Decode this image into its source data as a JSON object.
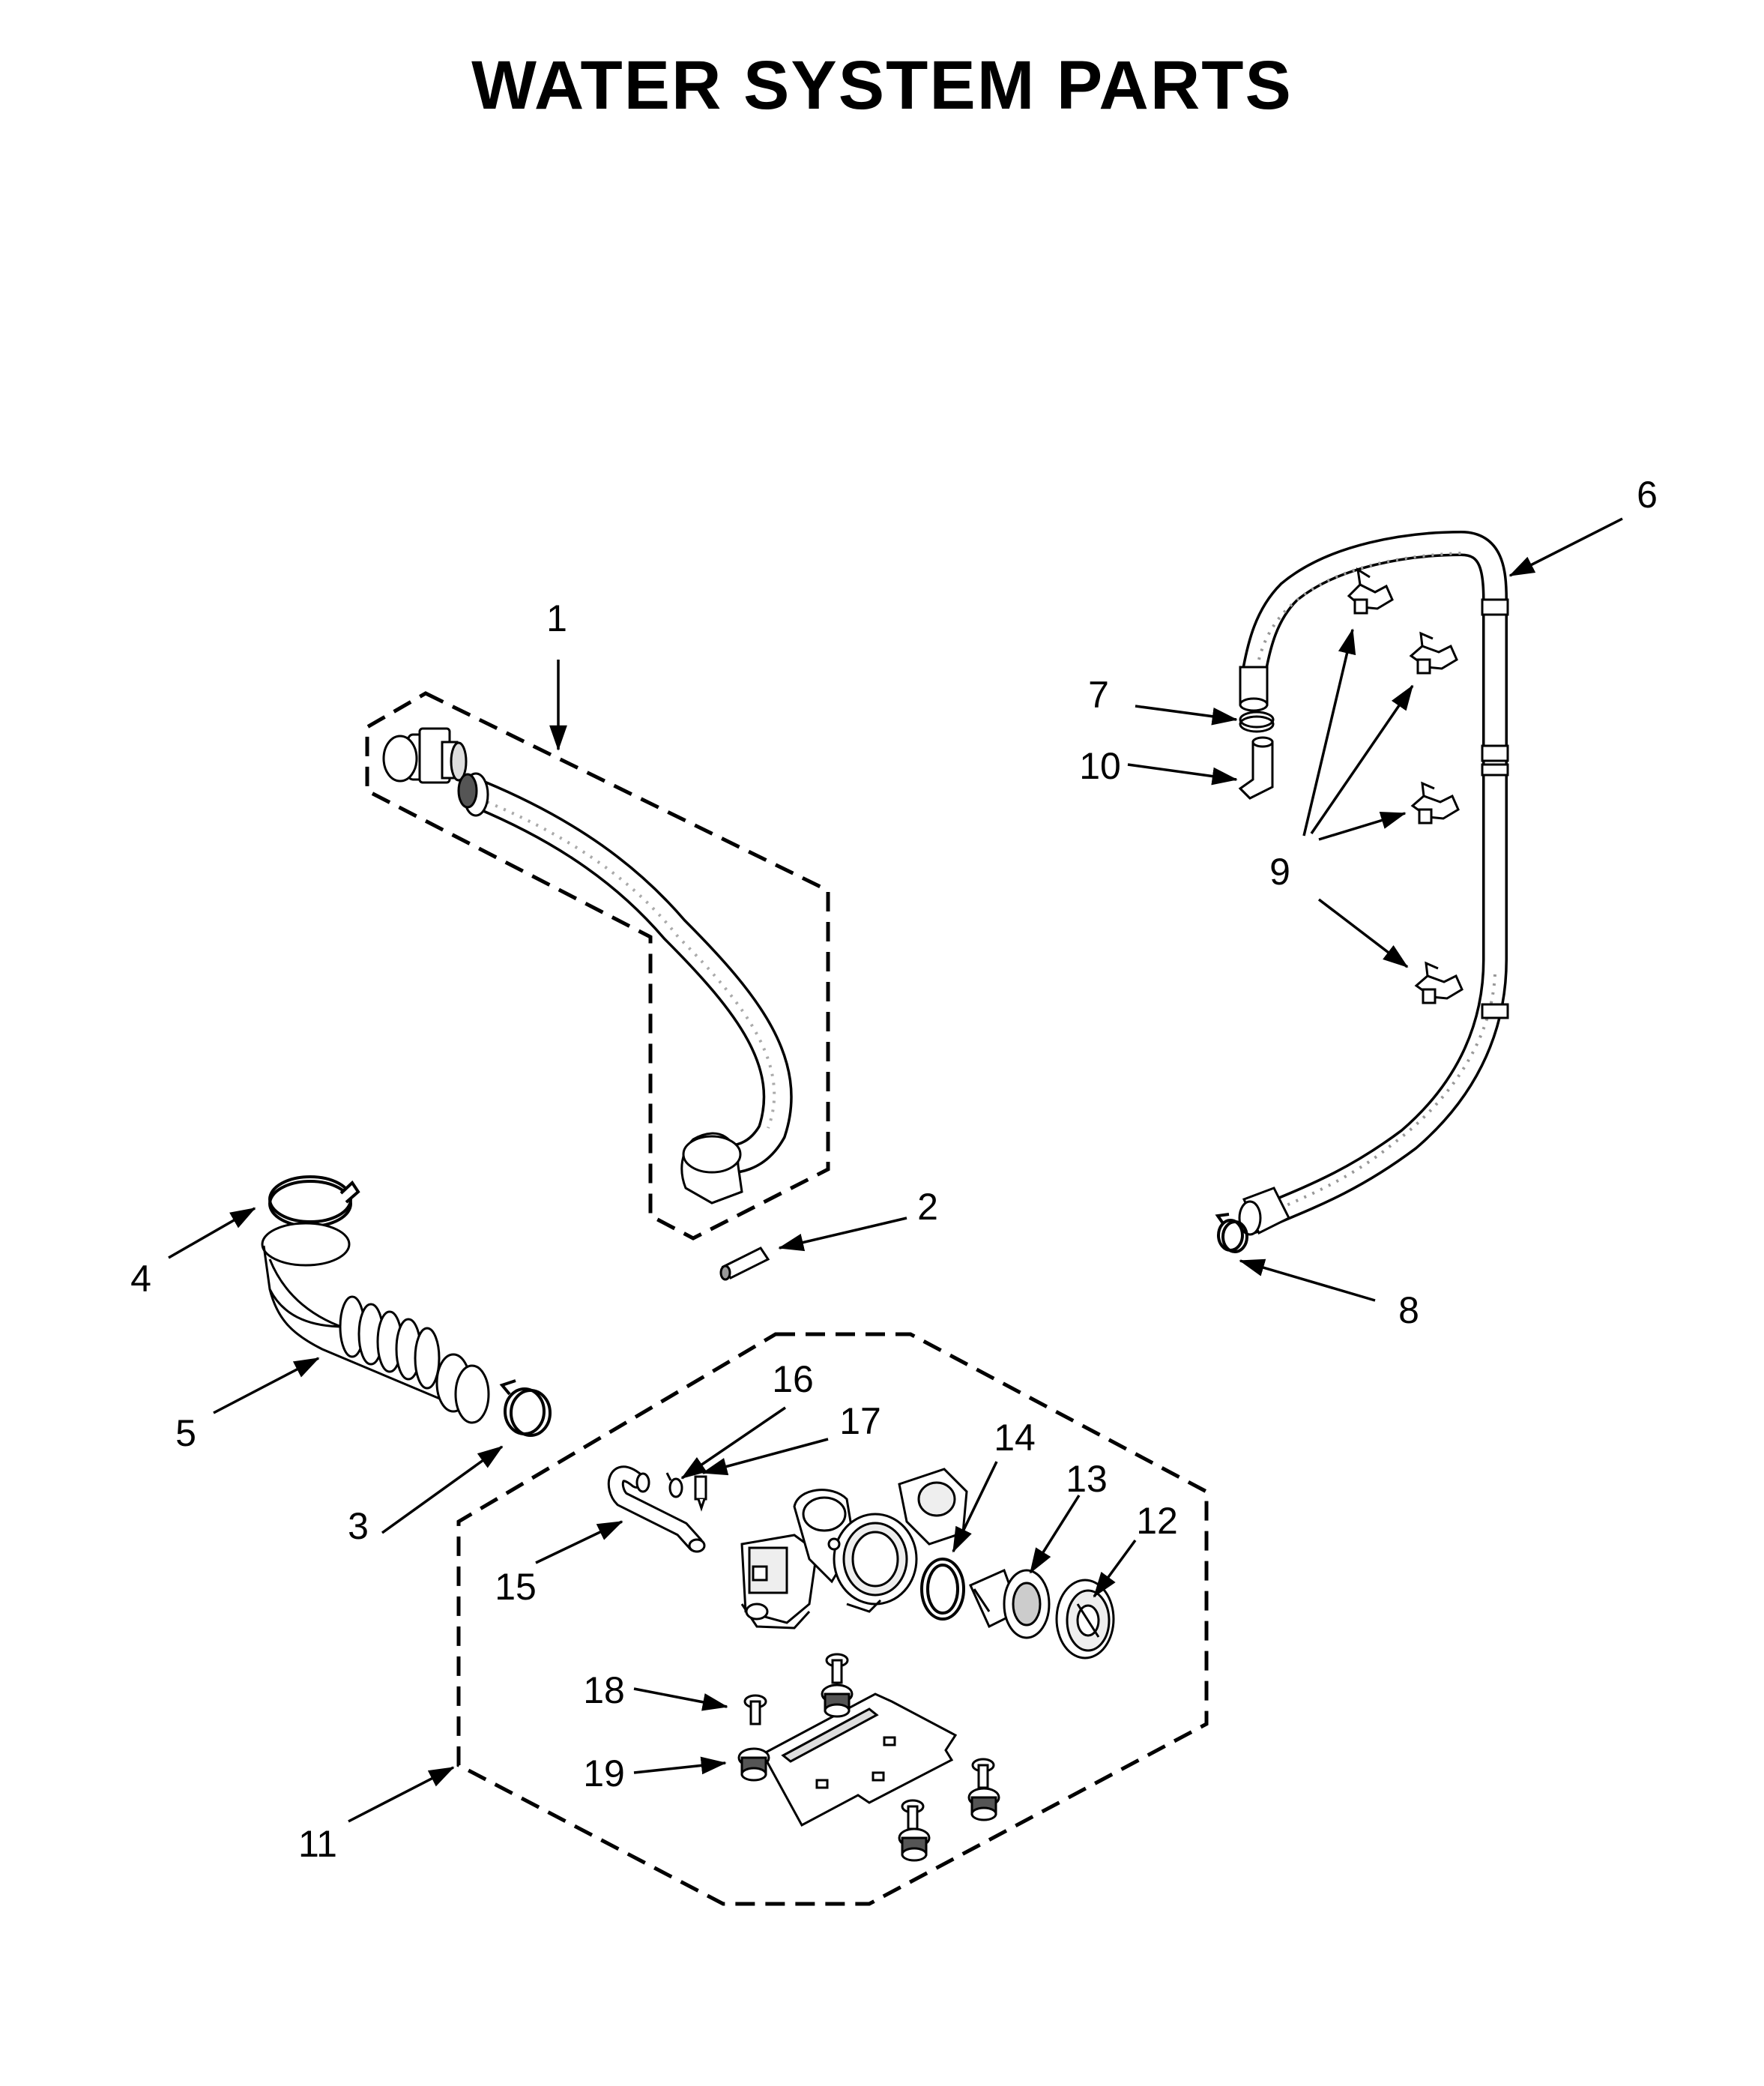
{
  "title": "WATER SYSTEM PARTS",
  "callouts": {
    "c1": "1",
    "c2": "2",
    "c3": "3",
    "c4": "4",
    "c5": "5",
    "c6": "6",
    "c7": "7",
    "c8": "8",
    "c9": "9",
    "c10": "10",
    "c11": "11",
    "c12": "12",
    "c13": "13",
    "c14": "14",
    "c15": "15",
    "c16": "16",
    "c17": "17",
    "c18": "18",
    "c19": "19"
  },
  "colors": {
    "ink": "#000000",
    "part_fill": "#ffffff",
    "shade": "#9a9a9a",
    "light_shade": "#d0d0d0"
  }
}
